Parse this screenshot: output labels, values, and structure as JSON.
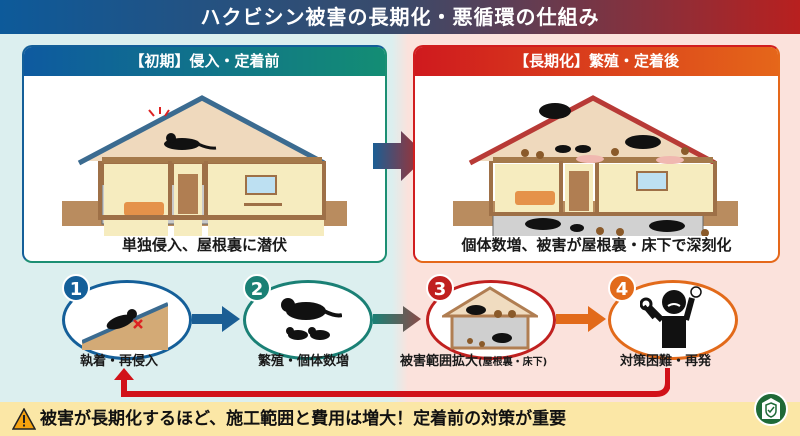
{
  "title": "ハクビシン被害の長期化・悪循環の仕組み",
  "panels": {
    "early": {
      "header": "【初期】侵入・定着前",
      "caption": "単独侵入、屋根裏に潜伏",
      "colors": [
        "#0e5aa0",
        "#138d74"
      ]
    },
    "late": {
      "header": "【長期化】繁殖・定着後",
      "caption": "個体数増、被害が屋根裏・床下で深刻化",
      "colors": [
        "#cf1a1e",
        "#e5661a"
      ]
    }
  },
  "cycle": {
    "steps": [
      {
        "num": "1",
        "label": "執着・再侵入",
        "color": "#145f99",
        "icon": "civet-on-roof-icon"
      },
      {
        "num": "2",
        "label": "繁殖・個体数増",
        "color": "#1a8075",
        "icon": "civet-family-icon"
      },
      {
        "num": "3",
        "label": "被害範囲拡大",
        "label_sub": "(屋根裏・床下)",
        "color": "#c0201f",
        "icon": "damaged-house-icon"
      },
      {
        "num": "4",
        "label": "対策困難・再発",
        "color": "#e26a1a",
        "icon": "frustrated-person-wrench-icon"
      }
    ],
    "return_arrow_color": "#d11219"
  },
  "banner": {
    "text": "被害が長期化するほど、施工範囲と費用は増大！定着前の対策が重要",
    "icon": "warning-icon",
    "badge_icon": "shield-check-house-icon",
    "background": "#fbe7a6"
  }
}
